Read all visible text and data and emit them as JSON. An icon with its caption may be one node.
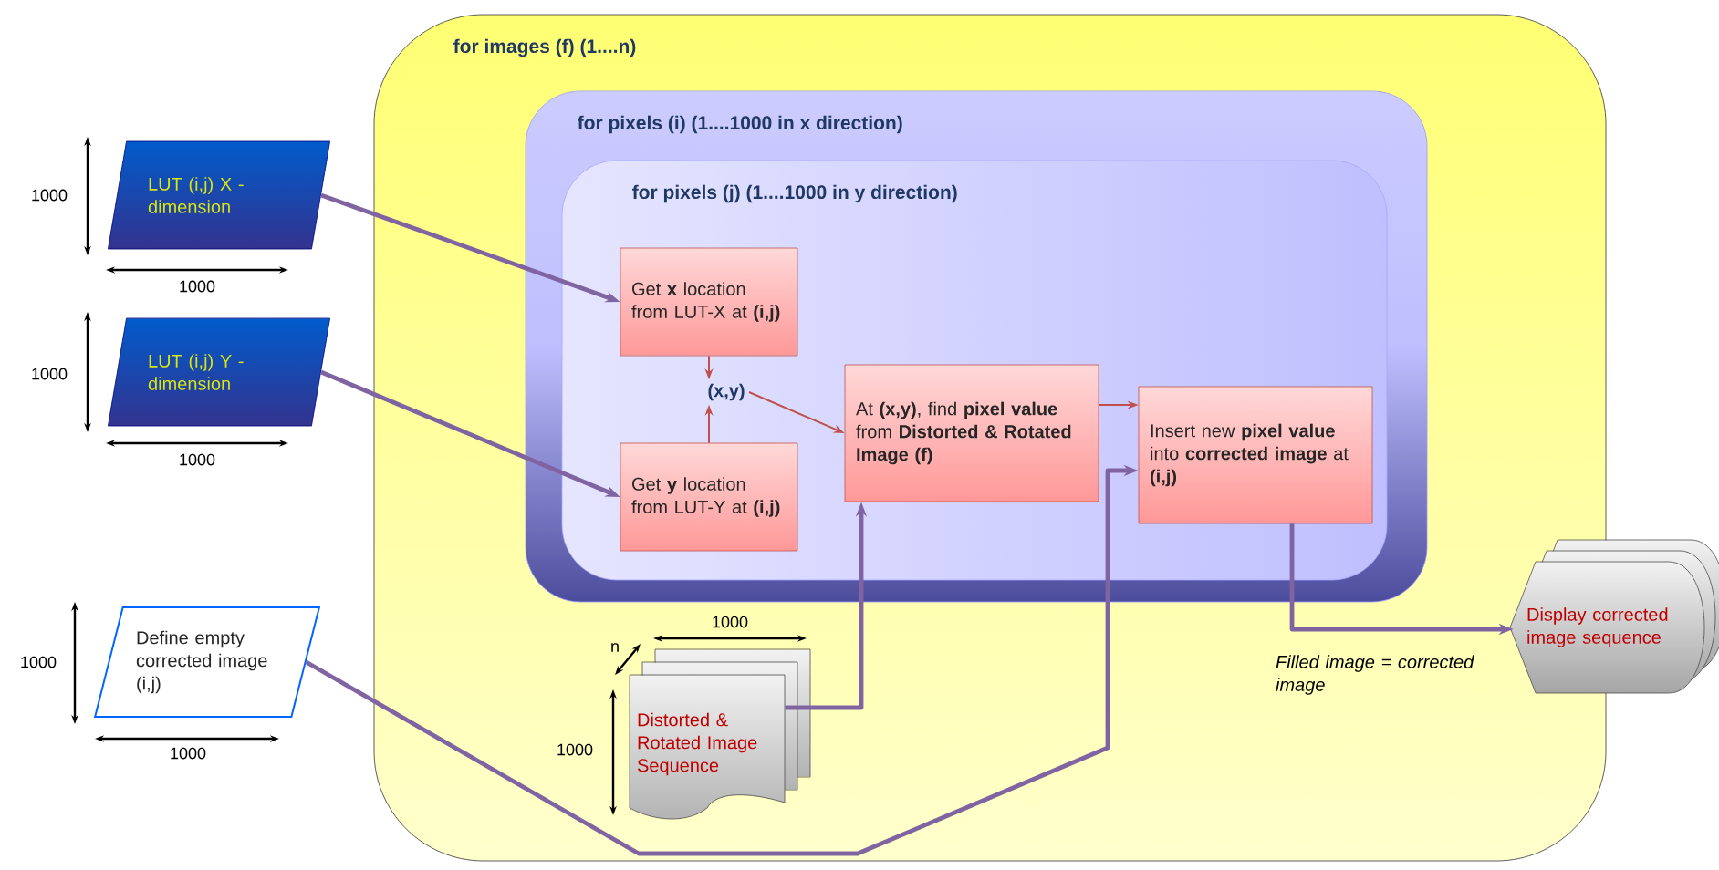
{
  "diagram": {
    "nodes": [
      {
        "text": [
          "for images (f) (1....n)"
        ]
      },
      {
        "text": [
          "for pixels (i) (1....1000 in x direction)"
        ],
        "in": 0
      },
      {
        "text": [
          "for pixels (j) (1....1000 in y direction)"
        ],
        "in": 1
      },
      {
        "text": [
          "LUT (i,j) X - dimension"
        ]
      },
      {
        "text": [
          "LUT (i,j) Y - dimension"
        ]
      },
      {
        "text": [
          "Get **x** location from LUT-X at **(i,j)**"
        ],
        "in": 2
      },
      {
        "text": [
          "(x,y)"
        ],
        "in": 2
      },
      {
        "text": [
          "Get **y** location from LUT-Y at **(i,j)**"
        ],
        "in": 2
      },
      {
        "text": [
          "At **(x,y)**, find **pixel value** from **Distorted & Rotated Image (f)**"
        ],
        "in": 2
      },
      {
        "text": [
          "Insert new **pixel value** into **corrected image** at **(i,j)**"
        ],
        "in": 2
      },
      {
        "text": [
          "Define empty corrected image (i,j)"
        ]
      },
      {
        "text": [
          "Distorted & Rotated Image Sequence"
        ],
        "in": 0
      },
      {
        "text": [
          "Display corrected image sequence"
        ]
      }
    ],
    "edges": [
      {
        "from": 3,
        "to": 5,
        "arrow": "to"
      },
      {
        "from": 4,
        "to": 7,
        "arrow": "to"
      },
      {
        "from": 5,
        "to": 6,
        "arrow": "to",
        "color": "#c0504d"
      },
      {
        "from": 7,
        "to": 6,
        "arrow": "to",
        "color": "#c0504d"
      },
      {
        "from": 6,
        "to": 8,
        "arrow": "to",
        "color": "#c0504d"
      },
      {
        "from": 8,
        "to": 9,
        "arrow": "to",
        "color": "#c0504d"
      },
      {
        "from": 11,
        "to": 8,
        "arrow": "to"
      },
      {
        "from": 10,
        "to": 9,
        "arrow": "to"
      },
      {
        "from": 9,
        "to": 12,
        "arrow": "to",
        "label": "Filled image = corrected image"
      }
    ],
    "labels": [
      "1000",
      "1000",
      "1000",
      "1000",
      "1000",
      "n",
      "1000",
      "1000",
      "1000"
    ]
  }
}
